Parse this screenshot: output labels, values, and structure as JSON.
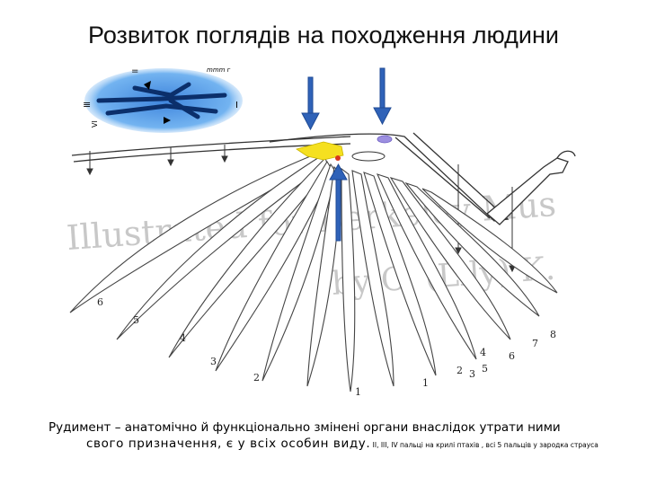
{
  "title": "Розвиток поглядів на походження людини",
  "figure": {
    "inset_labels": {
      "top_left": "=",
      "scale": "mmm г",
      "left_mid": "≡",
      "bottom_left": "VI",
      "right": "I"
    },
    "watermark_lines": [
      "Illustrated for Berkeley Mus",
      "by C. (Lily) K."
    ],
    "feather_numbers": {
      "primaries": [
        "6",
        "5",
        "4",
        "3",
        "2",
        "1"
      ],
      "secondaries": [
        "1",
        "2",
        "3",
        "4",
        "5",
        "6",
        "7",
        "8"
      ]
    },
    "colors": {
      "highlight_yellow": "#f5e020",
      "highlight_violet": "#9c8fe0",
      "arrow_blue": "#2f62b8",
      "inset_blue": "#1d6fd6"
    }
  },
  "caption": {
    "line1": "Рудимент – анатомічно й функціонально змінені органи внаслідок утрати ними",
    "line2": "свого призначення, є у всіх особин виду.",
    "note": " II, III, IV пальці на крилі птахів , всі 5 пальців у зародка страуса"
  }
}
